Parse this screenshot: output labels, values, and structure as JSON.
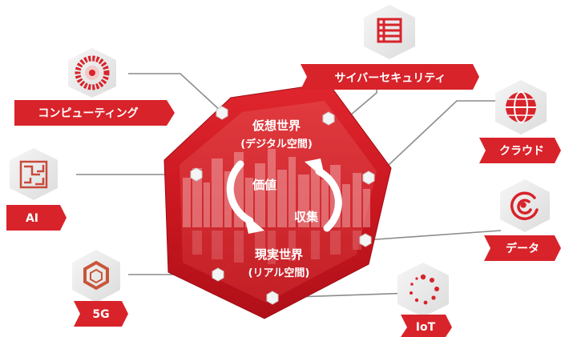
{
  "center": {
    "virtual_title": "仮想世界",
    "virtual_sub": "(デジタル空間)",
    "value": "価値",
    "collect": "収集",
    "real_title": "現実世界",
    "real_sub": "(リアル空間)"
  },
  "nodes": {
    "computing": {
      "label": "コンピューティング",
      "icon": "ring-gear-icon"
    },
    "cyber": {
      "label": "サイバーセキュリティ",
      "icon": "layered-shield-icon"
    },
    "ai": {
      "label": "AI",
      "icon": "circuit-maze-icon"
    },
    "cloud": {
      "label": "クラウド",
      "icon": "globe-icon"
    },
    "data": {
      "label": "データ",
      "icon": "spiral-icon"
    },
    "fiveg": {
      "label": "5G",
      "icon": "hexagon-network-icon"
    },
    "iot": {
      "label": "IoT",
      "icon": "dot-ring-icon"
    }
  },
  "colors": {
    "brand_red": "#d8232a",
    "dark_red": "#a3121b",
    "line_gray": "#8c8c8c",
    "hex_gray": "#eeeeee"
  }
}
